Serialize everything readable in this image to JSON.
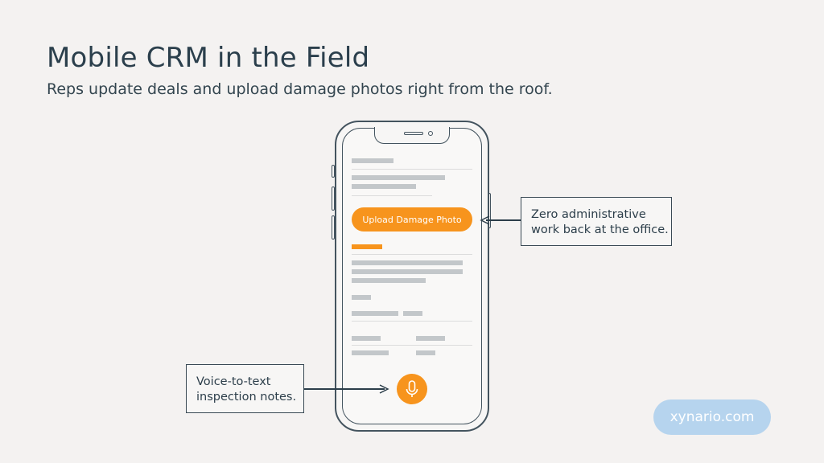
{
  "slide": {
    "title": "Mobile CRM in the Field",
    "subtitle": "Reps update deals and upload damage photos right from the roof."
  },
  "phone": {
    "upload_button_label": "Upload Damage Photo",
    "mic_icon": "microphone-icon"
  },
  "callouts": {
    "right": {
      "line1": "Zero administrative",
      "line2": "work back at the office."
    },
    "left": {
      "line1": "Voice-to-text",
      "line2": "inspection notes."
    }
  },
  "brand": {
    "label": "xynario.com"
  },
  "colors": {
    "accent": "#f7941d",
    "text": "#2b3f4c",
    "background": "#f4f2f1",
    "brand_pill": "#b6d4ee"
  }
}
